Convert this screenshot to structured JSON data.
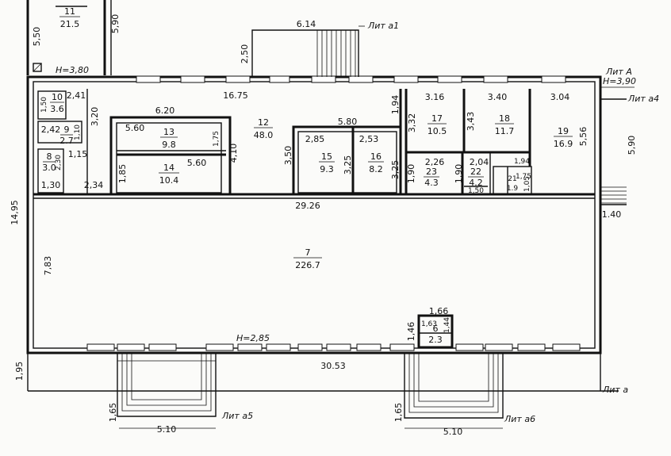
{
  "rooms": [
    {
      "id": "r11",
      "num": "11",
      "area": "21.5"
    },
    {
      "id": "r12",
      "num": "12",
      "area": "48.0"
    },
    {
      "id": "r13",
      "num": "13",
      "area": "9.8"
    },
    {
      "id": "r14",
      "num": "14",
      "area": "10.4"
    },
    {
      "id": "r15",
      "num": "15",
      "area": "9.3"
    },
    {
      "id": "r16",
      "num": "16",
      "area": "8.2"
    },
    {
      "id": "r17",
      "num": "17",
      "area": "10.5"
    },
    {
      "id": "r18",
      "num": "18",
      "area": "11.7"
    },
    {
      "id": "r19",
      "num": "19",
      "area": "16.9"
    },
    {
      "id": "r10",
      "num": "10",
      "area": "3.6"
    },
    {
      "id": "r9",
      "num": "9",
      "area": "2.7"
    },
    {
      "id": "r8",
      "num": "8",
      "area": "3.0"
    },
    {
      "id": "r23",
      "num": "23",
      "area": "4.3"
    },
    {
      "id": "r22",
      "num": "22",
      "area": "4.2"
    },
    {
      "id": "r21",
      "num": "21",
      "area": "1.9"
    },
    {
      "id": "r7",
      "num": "7",
      "area": "226.7"
    },
    {
      "id": "r6",
      "num": "6",
      "area": "2.3"
    }
  ],
  "labels": {
    "lit_a1": "Лит а1",
    "lit_A": "Лит А",
    "h_A": "Н=3,90",
    "lit_a4": "Лит а4",
    "lit_a5": "Лит а5",
    "lit_a6": "Лит а6",
    "lit_a": "Лит а",
    "h_top": "Н=3,80",
    "h_bottom": "Н=2,85"
  },
  "dims": [
    "5,50",
    "5,90",
    "6.14",
    "2,50",
    "16.75",
    "6.20",
    "5.60",
    "1,75",
    "4,10",
    "5.60",
    "1,85",
    "5.80",
    "2,85",
    "2,53",
    "3,50",
    "3,25",
    "3,25",
    "1,94",
    "3,32",
    "3.16",
    "3.40",
    "3,43",
    "3.04",
    "5,56",
    "5,90",
    "2,41",
    "1,50",
    "3,20",
    "2,42",
    "1,10",
    "1,30",
    "2,30",
    "1,15",
    "2,34",
    "2,26",
    "1,90",
    "2,04",
    "1,90",
    "1,50",
    "1,94",
    "1,75",
    "1,05",
    "29.26",
    "1.40",
    "14,95",
    "7,83",
    "1,66",
    "1,63",
    "1,46",
    "1,44",
    "30.53",
    "1,95",
    "1,65",
    "5.10",
    "1,65",
    "5.10"
  ]
}
